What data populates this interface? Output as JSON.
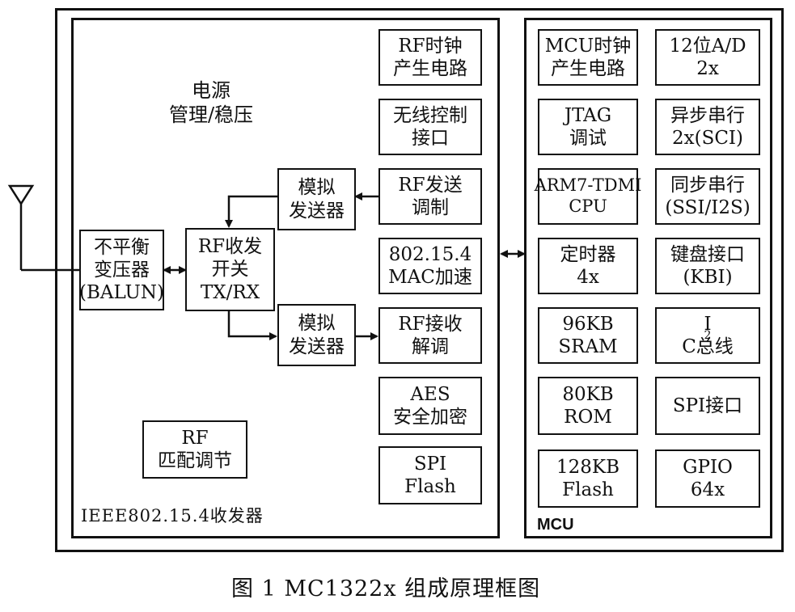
{
  "transceiver": {
    "label": "IEEE802.15.4收发器",
    "power": [
      "电源",
      "管理/稳压"
    ],
    "rf_match": [
      "RF",
      "匹配调节"
    ],
    "balun": [
      "不平衡",
      "变压器",
      "(BALUN)"
    ],
    "switch": [
      "RF收发",
      "开关",
      "TX/RX"
    ],
    "analog_tx_top": [
      "模拟",
      "发送器"
    ],
    "analog_tx_bottom": [
      "模拟",
      "发送器"
    ],
    "blocks": [
      [
        "RF时钟",
        "产生电路"
      ],
      [
        "无线控制",
        "接口"
      ],
      [
        "RF发送",
        "调制"
      ],
      [
        "802.15.4",
        "MAC加速"
      ],
      [
        "RF接收",
        "解调"
      ],
      [
        "AES",
        "安全加密"
      ],
      [
        "SPI",
        "Flash"
      ]
    ]
  },
  "mcu": {
    "label": "MCU",
    "left_blocks": [
      [
        "MCU时钟",
        "产生电路"
      ],
      [
        "JTAG",
        "调试"
      ],
      [
        "ARM7-TDMI",
        "CPU"
      ],
      [
        "定时器",
        "4x"
      ],
      [
        "96KB",
        "SRAM"
      ],
      [
        "80KB",
        "ROM"
      ],
      [
        "128KB",
        "Flash"
      ]
    ],
    "right_blocks": [
      [
        "12位A/D",
        "2x"
      ],
      [
        "异步串行",
        "2x(SCI)"
      ],
      [
        "同步串行",
        "(SSI/I2S)"
      ],
      [
        "键盘接口",
        "(KBI)"
      ],
      [
        "I",
        "2",
        "C总线"
      ],
      [
        "SPI接口"
      ],
      [
        "GPIO",
        "64x"
      ]
    ]
  },
  "caption": "图 1  MC1322x 组成原理框图",
  "colors": {
    "line": "#111111",
    "background": "#ffffff"
  },
  "icons": {
    "antenna": "antenna-icon"
  }
}
